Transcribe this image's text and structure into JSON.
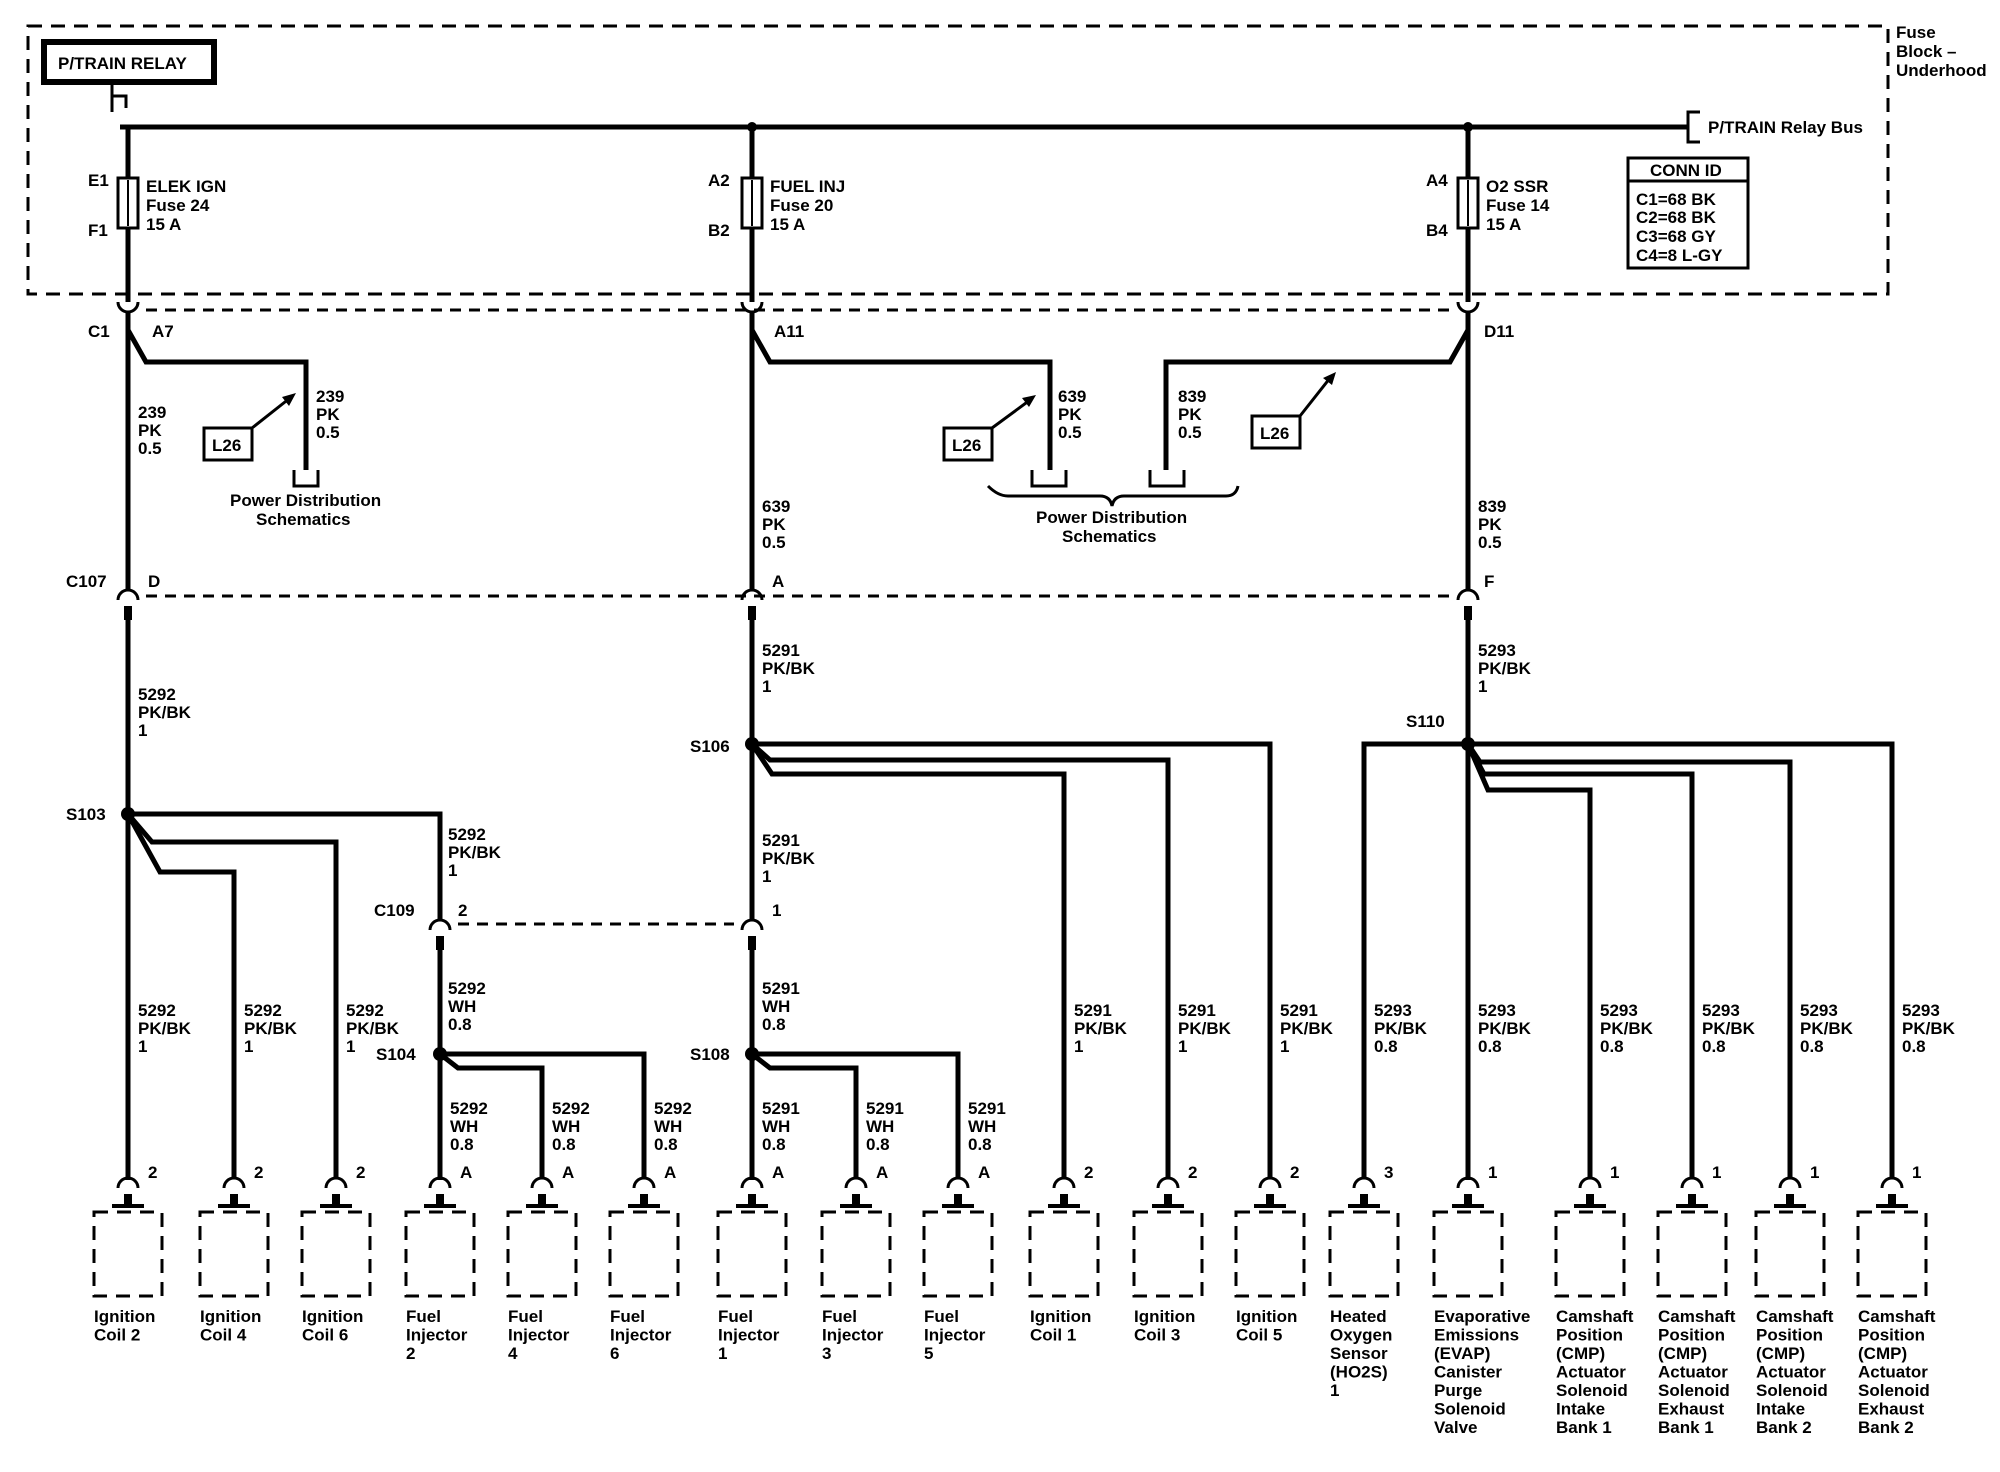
{
  "relay": {
    "label": "P/TRAIN RELAY"
  },
  "fuse_block": {
    "label": [
      "Fuse",
      "Block –",
      "Underhood"
    ]
  },
  "relay_bus": {
    "label": "P/TRAIN Relay Bus"
  },
  "conn_id": {
    "title": "CONN ID",
    "rows": [
      "C1=68 BK",
      "C2=68 BK",
      "C3=68 GY",
      "C4=8 L-GY"
    ]
  },
  "fuses": [
    {
      "top_pin": "E1",
      "bottom_pin": "F1",
      "name": "ELEK IGN",
      "fuse": "Fuse 24",
      "amps": "15 A"
    },
    {
      "top_pin": "A2",
      "bottom_pin": "B2",
      "name": "FUEL INJ",
      "fuse": "Fuse 20",
      "amps": "15 A"
    },
    {
      "top_pin": "A4",
      "bottom_pin": "B4",
      "name": "O2 SSR",
      "fuse": "Fuse 14",
      "amps": "15 A"
    }
  ],
  "connectors": {
    "c1": {
      "id": "C1",
      "pins": [
        "A7",
        "A11",
        "D11"
      ]
    },
    "c107": {
      "id": "C107",
      "pins": [
        "D",
        "A",
        "F"
      ]
    },
    "c109": {
      "id": "C109",
      "pins": [
        "2",
        "1"
      ]
    }
  },
  "ref_tag": "L26",
  "power_dist": [
    "Power Distribution",
    "Schematics"
  ],
  "wires": {
    "w239a": [
      "239",
      "PK",
      "0.5"
    ],
    "w239b": [
      "239",
      "PK",
      "0.5"
    ],
    "w639a": [
      "639",
      "PK",
      "0.5"
    ],
    "w839a": [
      "839",
      "PK",
      "0.5"
    ],
    "w639b": [
      "639",
      "PK",
      "0.5"
    ],
    "w839b": [
      "839",
      "PK",
      "0.5"
    ],
    "w5292": [
      "5292",
      "PK/BK",
      "1"
    ],
    "w5291": [
      "5291",
      "PK/BK",
      "1"
    ],
    "w5293": [
      "5293",
      "PK/BK",
      "1"
    ],
    "w5292c": [
      "5292",
      "PK/BK",
      "1"
    ],
    "w5291c": [
      "5291",
      "PK/BK",
      "1"
    ],
    "w5292wh": [
      "5292",
      "WH",
      "0.8"
    ],
    "w5291wh": [
      "5291",
      "WH",
      "0.8"
    ]
  },
  "splices": [
    "S103",
    "S106",
    "S110",
    "S104",
    "S108"
  ],
  "loads": [
    {
      "wire": [
        "5292",
        "PK/BK",
        "1"
      ],
      "pin": "2",
      "name": [
        "Ignition",
        "Coil 2"
      ]
    },
    {
      "wire": [
        "5292",
        "PK/BK",
        "1"
      ],
      "pin": "2",
      "name": [
        "Ignition",
        "Coil 4"
      ]
    },
    {
      "wire": [
        "5292",
        "PK/BK",
        "1"
      ],
      "pin": "2",
      "name": [
        "Ignition",
        "Coil 6"
      ]
    },
    {
      "wire": [
        "5292",
        "WH",
        "0.8"
      ],
      "pin": "A",
      "name": [
        "Fuel",
        "Injector",
        "2"
      ]
    },
    {
      "wire": [
        "5292",
        "WH",
        "0.8"
      ],
      "pin": "A",
      "name": [
        "Fuel",
        "Injector",
        "4"
      ]
    },
    {
      "wire": [
        "5292",
        "WH",
        "0.8"
      ],
      "pin": "A",
      "name": [
        "Fuel",
        "Injector",
        "6"
      ]
    },
    {
      "wire": [
        "5291",
        "WH",
        "0.8"
      ],
      "pin": "A",
      "name": [
        "Fuel",
        "Injector",
        "1"
      ]
    },
    {
      "wire": [
        "5291",
        "WH",
        "0.8"
      ],
      "pin": "A",
      "name": [
        "Fuel",
        "Injector",
        "3"
      ]
    },
    {
      "wire": [
        "5291",
        "WH",
        "0.8"
      ],
      "pin": "A",
      "name": [
        "Fuel",
        "Injector",
        "5"
      ]
    },
    {
      "wire": [
        "5291",
        "PK/BK",
        "1"
      ],
      "pin": "2",
      "name": [
        "Ignition",
        "Coil 1"
      ]
    },
    {
      "wire": [
        "5291",
        "PK/BK",
        "1"
      ],
      "pin": "2",
      "name": [
        "Ignition",
        "Coil 3"
      ]
    },
    {
      "wire": [
        "5291",
        "PK/BK",
        "1"
      ],
      "pin": "2",
      "name": [
        "Ignition",
        "Coil 5"
      ]
    },
    {
      "wire": [
        "5293",
        "PK/BK",
        "0.8"
      ],
      "pin": "3",
      "name": [
        "Heated",
        "Oxygen",
        "Sensor",
        "(HO2S)",
        "1"
      ]
    },
    {
      "wire": [
        "5293",
        "PK/BK",
        "0.8"
      ],
      "pin": "1",
      "name": [
        "Evaporative",
        "Emissions",
        "(EVAP)",
        "Canister",
        "Purge",
        "Solenoid",
        "Valve"
      ]
    },
    {
      "wire": [
        "5293",
        "PK/BK",
        "0.8"
      ],
      "pin": "1",
      "name": [
        "Camshaft",
        "Position",
        "(CMP)",
        "Actuator",
        "Solenoid",
        "Intake",
        "Bank 1"
      ]
    },
    {
      "wire": [
        "5293",
        "PK/BK",
        "0.8"
      ],
      "pin": "1",
      "name": [
        "Camshaft",
        "Position",
        "(CMP)",
        "Actuator",
        "Solenoid",
        "Exhaust",
        "Bank 1"
      ]
    },
    {
      "wire": [
        "5293",
        "PK/BK",
        "0.8"
      ],
      "pin": "1",
      "name": [
        "Camshaft",
        "Position",
        "(CMP)",
        "Actuator",
        "Solenoid",
        "Intake",
        "Bank 2"
      ]
    },
    {
      "wire": [
        "5293",
        "PK/BK",
        "0.8"
      ],
      "pin": "1",
      "name": [
        "Camshaft",
        "Position",
        "(CMP)",
        "Actuator",
        "Solenoid",
        "Exhaust",
        "Bank 2"
      ]
    }
  ]
}
